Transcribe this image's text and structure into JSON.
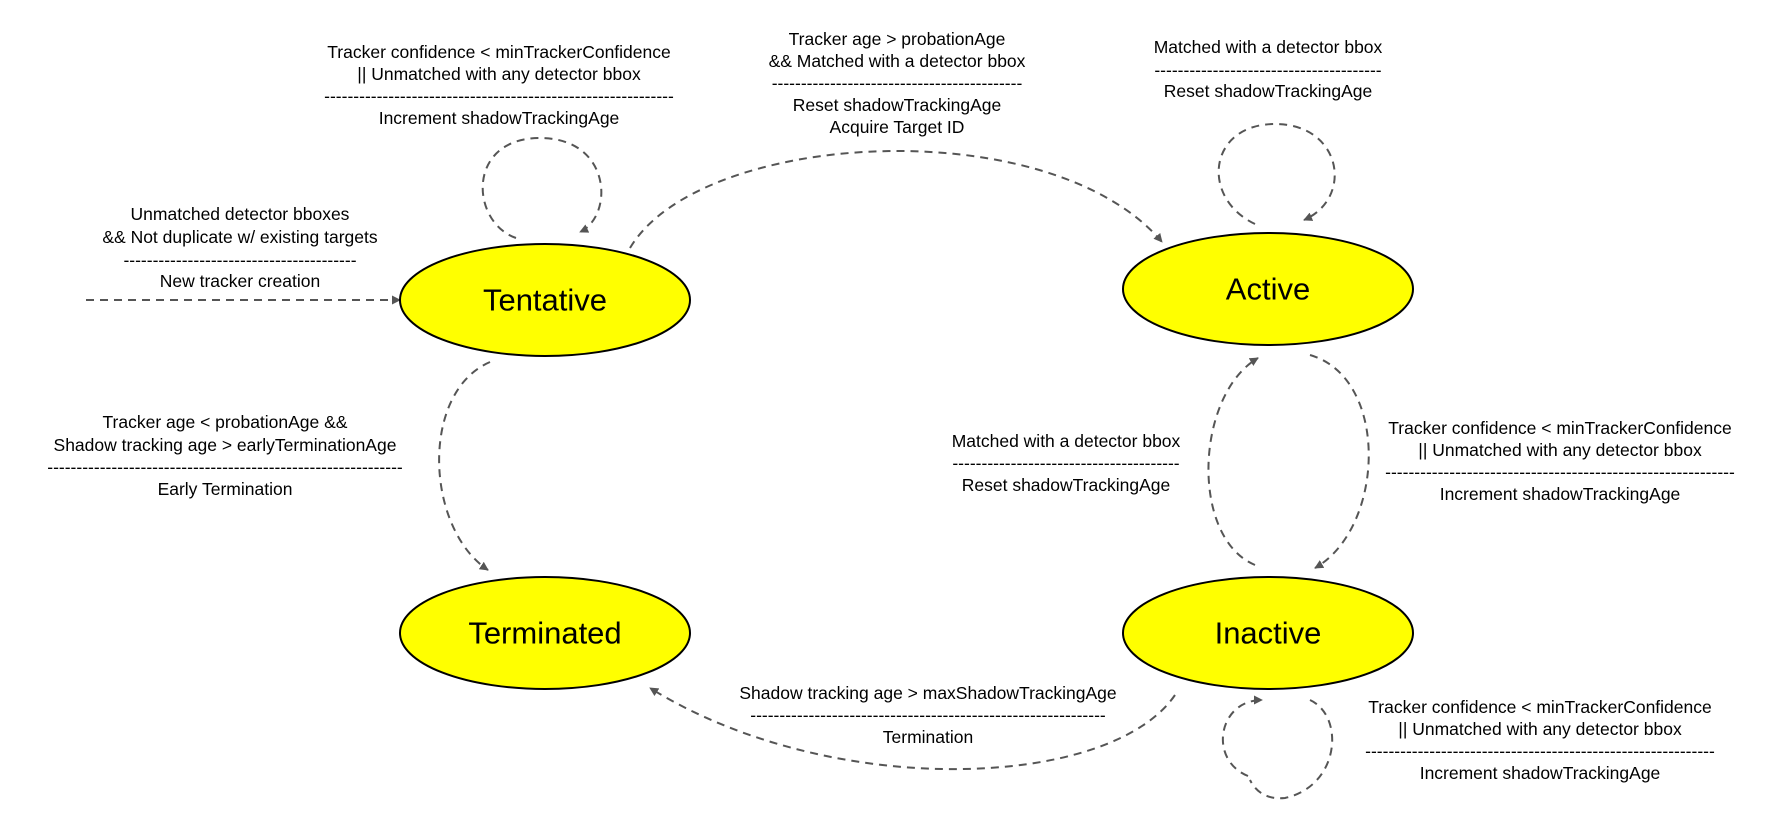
{
  "colors": {
    "state_fill": "#ffff00",
    "state_stroke": "#000000",
    "edge": "#555555"
  },
  "states": {
    "tentative": "Tentative",
    "active": "Active",
    "terminated": "Terminated",
    "inactive": "Inactive"
  },
  "transitions": {
    "creation": {
      "lines": [
        "Unmatched detector bboxes",
        "&& Not duplicate w/ existing targets"
      ],
      "separator": "----------------------------------------",
      "action": "New tracker creation"
    },
    "tentative_self": {
      "lines": [
        "Tracker confidence < minTrackerConfidence",
        "|| Unmatched with any detector bbox"
      ],
      "separator": "------------------------------------------------------------",
      "action": "Increment shadowTrackingAge"
    },
    "tentative_to_active": {
      "lines": [
        "Tracker age > probationAge",
        "&& Matched with a detector bbox"
      ],
      "separator": "-------------------------------------------",
      "actions": [
        "Reset shadowTrackingAge",
        "Acquire Target ID"
      ]
    },
    "active_self": {
      "lines": [
        "Matched with a detector bbox"
      ],
      "separator": "---------------------------------------",
      "action": "Reset shadowTrackingAge"
    },
    "tentative_to_terminated": {
      "lines": [
        "Tracker age <  probationAge &&",
        "Shadow tracking age > earlyTerminationAge"
      ],
      "separator": "-------------------------------------------------------------",
      "action": "Early Termination"
    },
    "inactive_to_active": {
      "lines": [
        "Matched with a detector bbox"
      ],
      "separator": "---------------------------------------",
      "action": "Reset shadowTrackingAge"
    },
    "active_to_inactive": {
      "lines": [
        "Tracker confidence < minTrackerConfidence",
        "|| Unmatched with any detector bbox"
      ],
      "separator": "------------------------------------------------------------",
      "action": "Increment shadowTrackingAge"
    },
    "inactive_to_terminated": {
      "lines": [
        "Shadow tracking age > maxShadowTrackingAge"
      ],
      "separator": "-------------------------------------------------------------",
      "action": "Termination"
    },
    "inactive_self": {
      "lines": [
        "Tracker confidence < minTrackerConfidence",
        "|| Unmatched with any detector bbox"
      ],
      "separator": "------------------------------------------------------------",
      "action": "Increment shadowTrackingAge"
    }
  }
}
